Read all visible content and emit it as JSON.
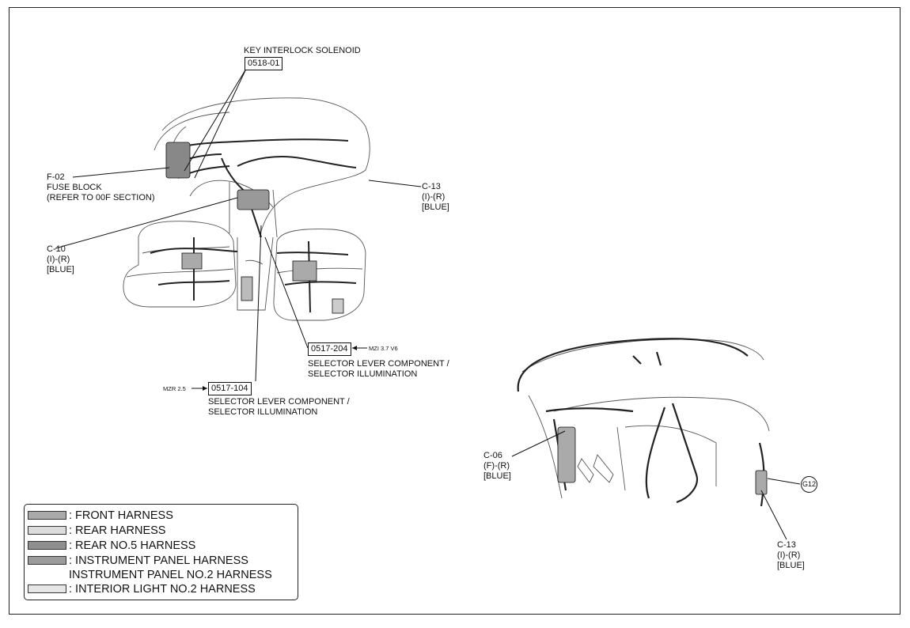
{
  "labels": {
    "key_interlock": "KEY INTERLOCK SOLENOID",
    "key_interlock_code": "0518-01",
    "f02": "F-02",
    "fuse_block": "FUSE BLOCK",
    "fuse_block_ref": "(REFER TO 00F SECTION)",
    "c10": "C-10",
    "c10_type": "(I)-(R)",
    "c10_color": "[BLUE]",
    "c13_top": "C-13",
    "c13_top_type": "(I)-(R)",
    "c13_top_color": "[BLUE]",
    "code_204": "0517-204",
    "mzi": "MZI 3.7 V6",
    "sel_204_line1": "SELECTOR LEVER COMPONENT /",
    "sel_204_line2": "SELECTOR ILLUMINATION",
    "mzr": "MZR 2.5",
    "code_104": "0517-104",
    "sel_104_line1": "SELECTOR LEVER COMPONENT /",
    "sel_104_line2": "SELECTOR ILLUMINATION",
    "c06": "C-06",
    "c06_type": "(F)-(R)",
    "c06_color": "[BLUE]",
    "g12": "G12",
    "c13_bot": "C-13",
    "c13_bot_type": "(I)-(R)",
    "c13_bot_color": "[BLUE]"
  },
  "legend": [
    {
      "label": ": FRONT HARNESS",
      "swatch": "#a9a9a9"
    },
    {
      "label": ": REAR HARNESS",
      "swatch": "#dcdcdc"
    },
    {
      "label": ": REAR NO.5 HARNESS",
      "swatch": "#8f8f8f"
    },
    {
      "label": ": INSTRUMENT PANEL HARNESS",
      "label2": "INSTRUMENT PANEL NO.2 HARNESS",
      "swatch": "#9c9c9c"
    },
    {
      "label": ": INTERIOR LIGHT NO.2 HARNESS",
      "swatch": "#e6e6e6"
    }
  ]
}
